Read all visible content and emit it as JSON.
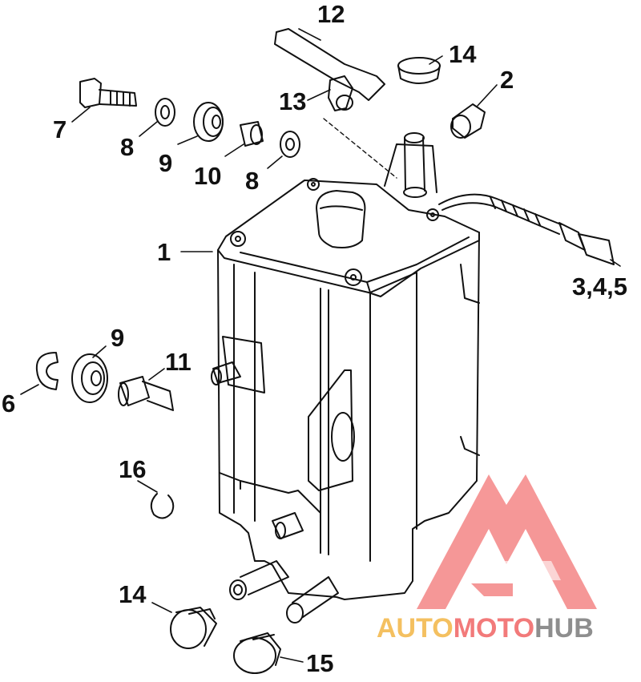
{
  "callouts": {
    "c1": "1",
    "c2": "2",
    "c345": "3,4,5",
    "c6": "6",
    "c7": "7",
    "c8a": "8",
    "c8b": "8",
    "c9a": "9",
    "c9b": "9",
    "c10": "10",
    "c11": "11",
    "c12": "12",
    "c13": "13",
    "c14a": "14",
    "c14b": "14",
    "c15": "15",
    "c16": "16"
  },
  "watermark": {
    "auto": "AUTO",
    "moto": "MOTO",
    "hub": "HUB",
    "colors": {
      "auto": "#f4c060",
      "moto": "#f27a7a",
      "hub": "#8e8e8e",
      "logo": "#f48686"
    }
  }
}
